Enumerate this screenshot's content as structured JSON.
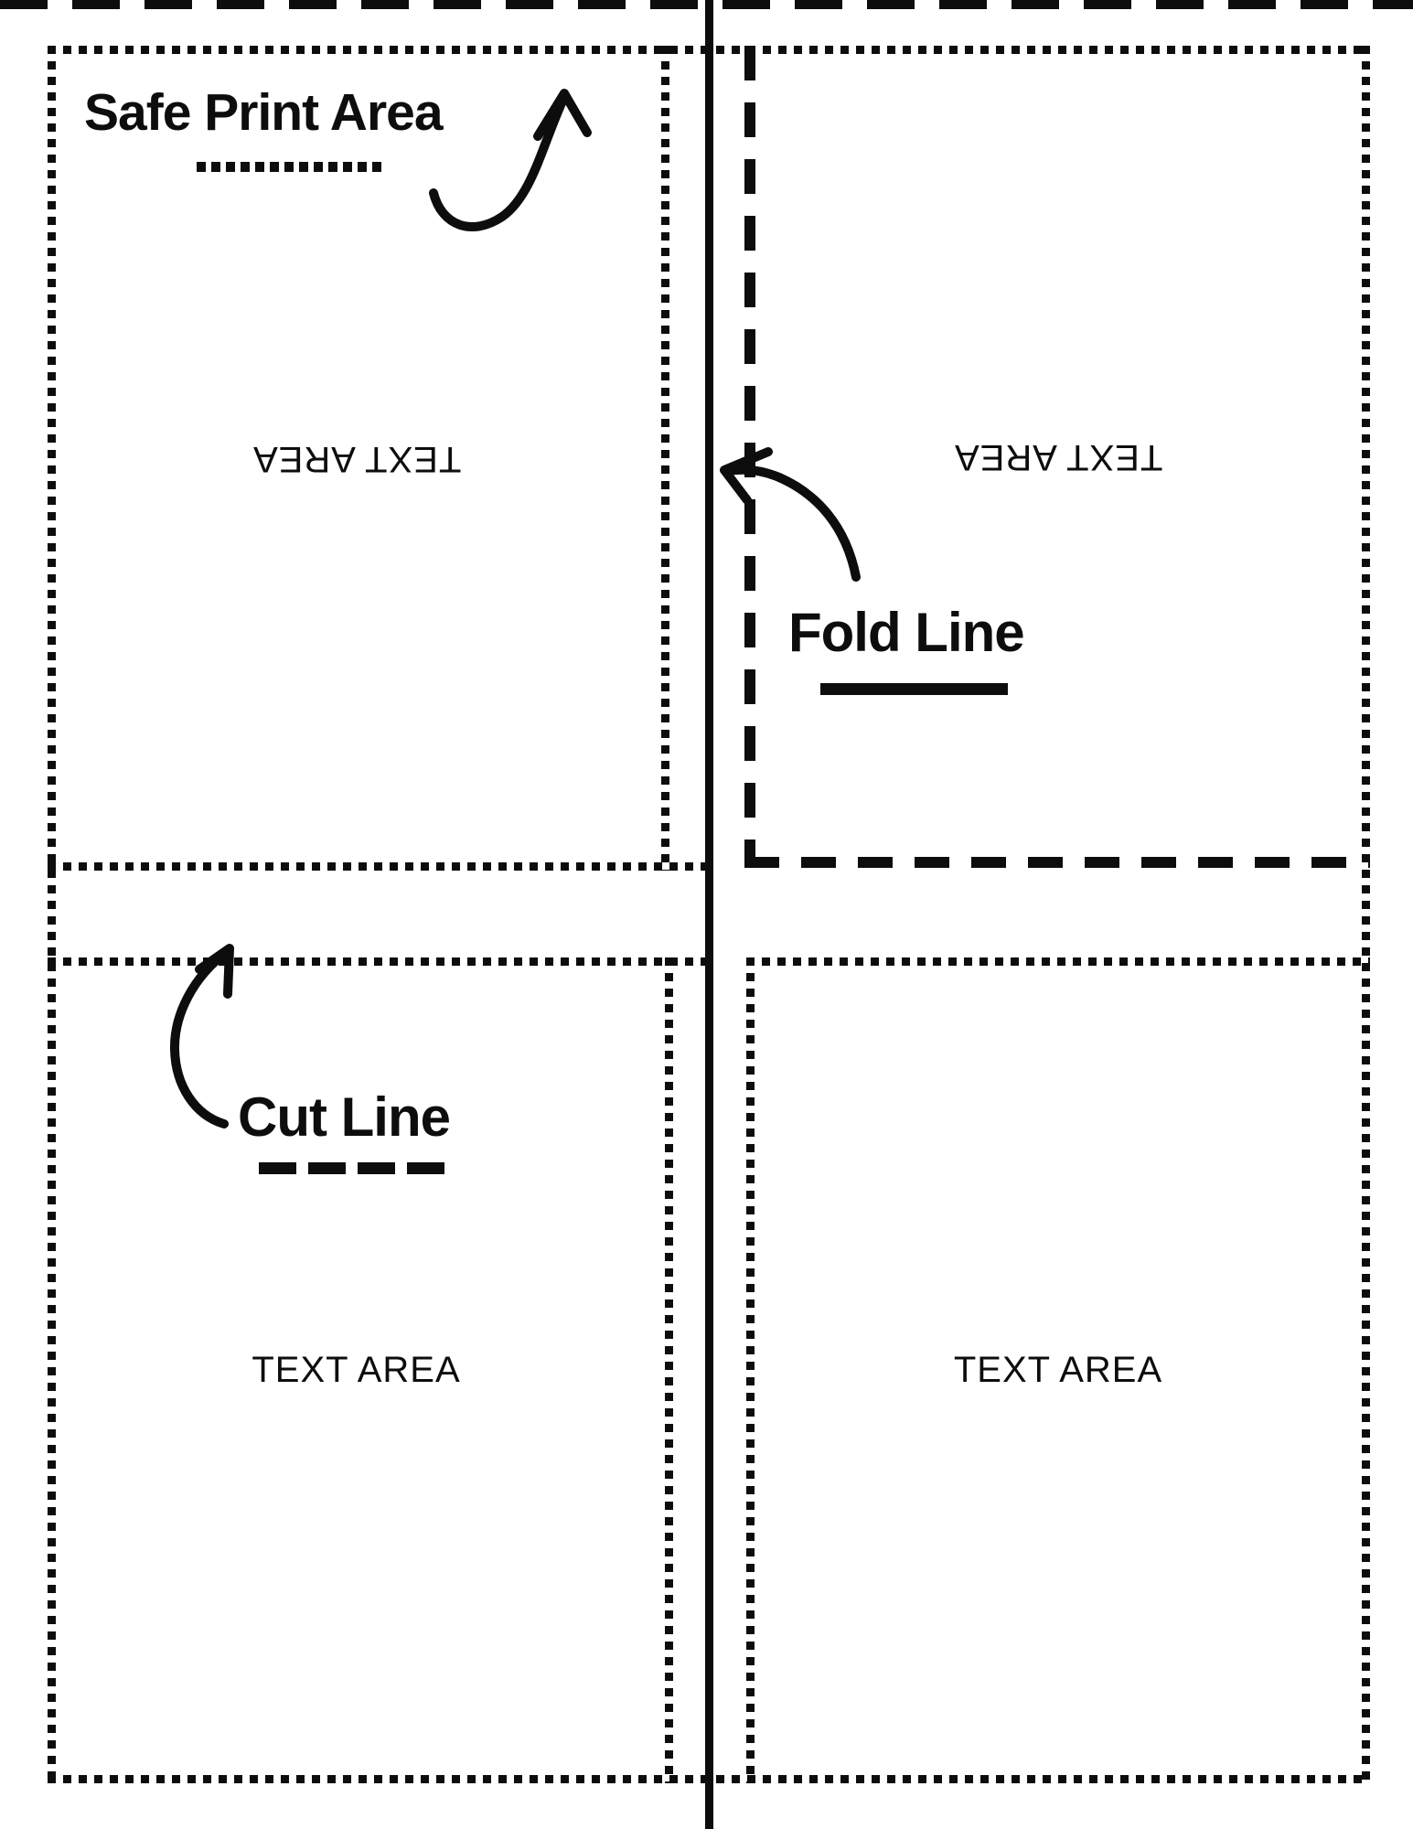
{
  "page": {
    "background": "#ffffff",
    "ink": "#0d0d0d"
  },
  "annotations": {
    "safe_print_area": {
      "label": "Safe Print Area",
      "line_style": "dotted"
    },
    "fold_line": {
      "label": "Fold Line",
      "line_style": "solid"
    },
    "cut_line": {
      "label": "Cut Line",
      "line_style": "dashed"
    }
  },
  "quadrants": {
    "top_left": {
      "placeholder": "TEXT AREA",
      "orientation": "upside-down",
      "border": "dotted"
    },
    "top_right": {
      "placeholder": "TEXT AREA",
      "orientation": "upside-down",
      "border": "dashed"
    },
    "bottom_left": {
      "placeholder": "TEXT AREA",
      "orientation": "normal",
      "border": "dotted"
    },
    "bottom_right": {
      "placeholder": "TEXT AREA",
      "orientation": "normal",
      "border": "dotted"
    }
  }
}
